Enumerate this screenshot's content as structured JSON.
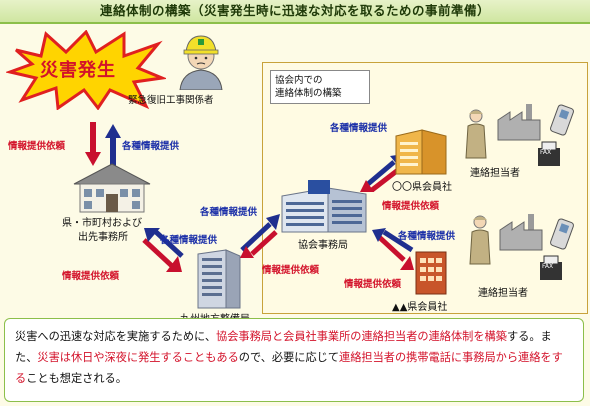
{
  "title": "連絡体制の構築（災害発生時に迅速な対応を取るための事前準備）",
  "burst_text": "災害発生",
  "nodes": {
    "worker": "緊急復旧工事関係者",
    "municipality_1": "県・市町村および",
    "municipality_2": "出先事務所",
    "kyushu": "九州地方整備局",
    "assoc_office": "協会事務局",
    "member_a": "〇〇県会員社",
    "member_b": "▲▲県会員社",
    "contact_a": "連絡担当者",
    "contact_b": "連絡担当者"
  },
  "assoc_box": {
    "line1": "協会内での",
    "line2": "連絡体制の構築"
  },
  "edges": {
    "info_provide": "各種情報提供",
    "info_request": "情報提供依頼"
  },
  "fax_label": "FAX",
  "note": {
    "s1": "災害への迅速な対応を実施するために、",
    "s2": "協会事務局と会員社事業所の連絡担当者の連絡体制を構築",
    "s3": "する。また、",
    "s4": "災害は休日や深夜に発生することもある",
    "s5": "ので、必要に応じて",
    "s6": "連絡担当者の携帯電話に事務局から連絡をする",
    "s7": "ことも想定される。"
  },
  "colors": {
    "accent_green": "#8cbf4a",
    "red": "#d3122a",
    "blue": "#1b2fa8",
    "arrow_red": "#c8102e",
    "arrow_blue": "#1f2f8f"
  }
}
